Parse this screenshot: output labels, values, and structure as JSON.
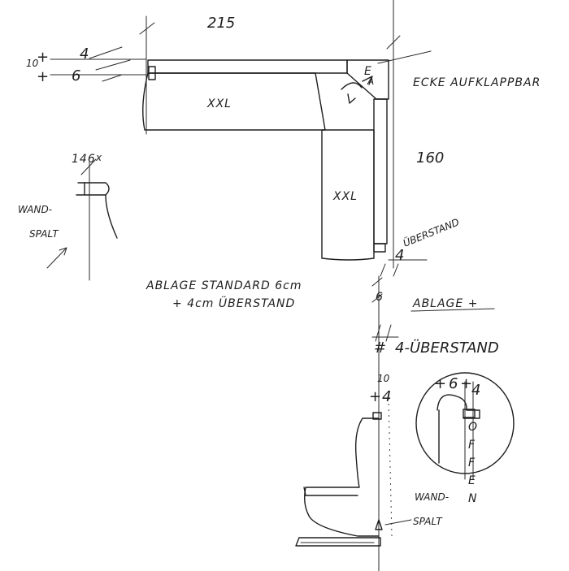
{
  "labels": {
    "dim_215": "215",
    "dim_10": "10",
    "dim_4_top": "4",
    "dim_6_top": "6",
    "corner_code": "E",
    "corner_code_a": "A",
    "corner_note": "ECKE AUFKLAPPBAR",
    "xxl_horizontal": "XXL",
    "xxl_vertical": "XXL",
    "dim_160": "160",
    "dim_146": "146",
    "wandspalt_left_1": "WAND-",
    "wandspalt_left_2": "SPALT",
    "dim_4_uberstand": "4",
    "uberstand_label": "ÜBERSTAND",
    "ablage_note_1": "ABLAGE STANDARD 6cm",
    "ablage_note_2": "+ 4cm ÜBERSTAND",
    "dim_6_mid": "6",
    "ablage_plus": "ABLAGE +",
    "uberstand_mid": "4-ÜBERSTAND",
    "dim_10_sec": "10",
    "dim_4_sec": "4",
    "dim_6_detail": "6",
    "dim_4_detail": "4",
    "offen": [
      "O",
      "F",
      "F",
      "E",
      "N"
    ],
    "wandspalt_bottom_1": "WAND-",
    "wandspalt_bottom_2": "SPALT"
  }
}
